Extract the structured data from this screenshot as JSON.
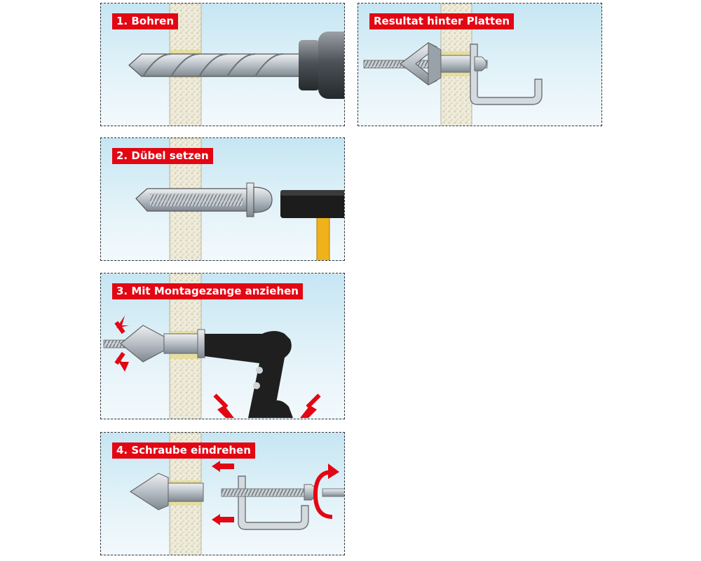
{
  "steps": [
    {
      "label": "1. Bohren"
    },
    {
      "label": "2. Dübel setzen"
    },
    {
      "label": "3. Mit Montagezange anziehen"
    },
    {
      "label": "4. Schraube eindrehen"
    }
  ],
  "result": {
    "label": "Resultat hinter Platten"
  },
  "colors": {
    "accent": "#e30613",
    "sky": "#c6e6f3",
    "wall": "#eeebd9",
    "metal": "#b5bcc3",
    "tool": "#222222",
    "handle": "#f0b21a"
  }
}
